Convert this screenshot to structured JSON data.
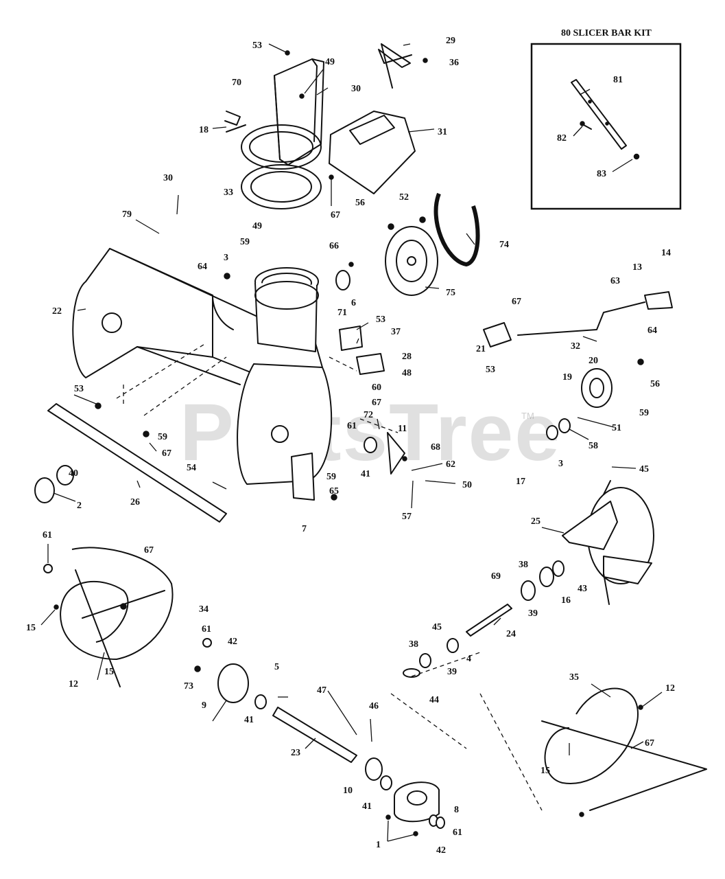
{
  "kit": {
    "title": "80 SLICER BAR KIT"
  },
  "watermark": {
    "text": "PartsTree",
    "tm": "TM"
  },
  "callouts": [
    {
      "id": "c53a",
      "text": "53"
    },
    {
      "id": "c49a",
      "text": "49"
    },
    {
      "id": "c70",
      "text": "70"
    },
    {
      "id": "c30a",
      "text": "30"
    },
    {
      "id": "c29",
      "text": "29"
    },
    {
      "id": "c36",
      "text": "36"
    },
    {
      "id": "c18",
      "text": "18"
    },
    {
      "id": "c31",
      "text": "31"
    },
    {
      "id": "c33",
      "text": "33"
    },
    {
      "id": "c67a",
      "text": "67"
    },
    {
      "id": "c56a",
      "text": "56"
    },
    {
      "id": "c30b",
      "text": "30"
    },
    {
      "id": "c79",
      "text": "79"
    },
    {
      "id": "c49b",
      "text": "49"
    },
    {
      "id": "c59a",
      "text": "59"
    },
    {
      "id": "c3a",
      "text": "3"
    },
    {
      "id": "c52",
      "text": "52"
    },
    {
      "id": "c74",
      "text": "74"
    },
    {
      "id": "c66",
      "text": "66"
    },
    {
      "id": "c64a",
      "text": "64"
    },
    {
      "id": "c6",
      "text": "6"
    },
    {
      "id": "c75",
      "text": "75"
    },
    {
      "id": "c14",
      "text": "14"
    },
    {
      "id": "c13",
      "text": "13"
    },
    {
      "id": "c63",
      "text": "63"
    },
    {
      "id": "c67b",
      "text": "67"
    },
    {
      "id": "c22",
      "text": "22"
    },
    {
      "id": "c71",
      "text": "71"
    },
    {
      "id": "c53b",
      "text": "53"
    },
    {
      "id": "c37",
      "text": "37"
    },
    {
      "id": "c28",
      "text": "28"
    },
    {
      "id": "c48",
      "text": "48"
    },
    {
      "id": "c60",
      "text": "60"
    },
    {
      "id": "c67c",
      "text": "67"
    },
    {
      "id": "c21",
      "text": "21"
    },
    {
      "id": "c32",
      "text": "32"
    },
    {
      "id": "c53c",
      "text": "53"
    },
    {
      "id": "c64b",
      "text": "64"
    },
    {
      "id": "c20",
      "text": "20"
    },
    {
      "id": "c19",
      "text": "19"
    },
    {
      "id": "c56b",
      "text": "56"
    },
    {
      "id": "c59b",
      "text": "59"
    },
    {
      "id": "c53d",
      "text": "53"
    },
    {
      "id": "c72",
      "text": "72"
    },
    {
      "id": "c61a",
      "text": "61"
    },
    {
      "id": "c11",
      "text": "11"
    },
    {
      "id": "c59c",
      "text": "59"
    },
    {
      "id": "c67d",
      "text": "67"
    },
    {
      "id": "c51",
      "text": "51"
    },
    {
      "id": "c58",
      "text": "58"
    },
    {
      "id": "c68",
      "text": "68"
    },
    {
      "id": "c40",
      "text": "40"
    },
    {
      "id": "c54",
      "text": "54"
    },
    {
      "id": "c41a",
      "text": "41"
    },
    {
      "id": "c62",
      "text": "62"
    },
    {
      "id": "c17",
      "text": "17"
    },
    {
      "id": "c3b",
      "text": "3"
    },
    {
      "id": "c59d",
      "text": "59"
    },
    {
      "id": "c50",
      "text": "50"
    },
    {
      "id": "c45a",
      "text": "45"
    },
    {
      "id": "c65",
      "text": "65"
    },
    {
      "id": "c2",
      "text": "2"
    },
    {
      "id": "c26",
      "text": "26"
    },
    {
      "id": "c7",
      "text": "7"
    },
    {
      "id": "c57",
      "text": "57"
    },
    {
      "id": "c25",
      "text": "25"
    },
    {
      "id": "c61b",
      "text": "61"
    },
    {
      "id": "c67e",
      "text": "67"
    },
    {
      "id": "c38a",
      "text": "38"
    },
    {
      "id": "c69",
      "text": "69"
    },
    {
      "id": "c43",
      "text": "43"
    },
    {
      "id": "c16",
      "text": "16"
    },
    {
      "id": "c39a",
      "text": "39"
    },
    {
      "id": "c34",
      "text": "34"
    },
    {
      "id": "c15a",
      "text": "15"
    },
    {
      "id": "c61c",
      "text": "61"
    },
    {
      "id": "c45b",
      "text": "45"
    },
    {
      "id": "c24",
      "text": "24"
    },
    {
      "id": "c42a",
      "text": "42"
    },
    {
      "id": "c5",
      "text": "5"
    },
    {
      "id": "c38b",
      "text": "38"
    },
    {
      "id": "c39b",
      "text": "39"
    },
    {
      "id": "c4",
      "text": "4"
    },
    {
      "id": "c12a",
      "text": "12"
    },
    {
      "id": "c15b",
      "text": "15"
    },
    {
      "id": "c73",
      "text": "73"
    },
    {
      "id": "c9",
      "text": "9"
    },
    {
      "id": "c47",
      "text": "47"
    },
    {
      "id": "c44",
      "text": "44"
    },
    {
      "id": "c35",
      "text": "35"
    },
    {
      "id": "c12b",
      "text": "12"
    },
    {
      "id": "c41b",
      "text": "41"
    },
    {
      "id": "c46",
      "text": "46"
    },
    {
      "id": "c23",
      "text": "23"
    },
    {
      "id": "c67f",
      "text": "67"
    },
    {
      "id": "c15c",
      "text": "15"
    },
    {
      "id": "c10",
      "text": "10"
    },
    {
      "id": "c41c",
      "text": "41"
    },
    {
      "id": "c8",
      "text": "8"
    },
    {
      "id": "c61d",
      "text": "61"
    },
    {
      "id": "c1",
      "text": "1"
    },
    {
      "id": "c42b",
      "text": "42"
    },
    {
      "id": "c81",
      "text": "81"
    },
    {
      "id": "c82",
      "text": "82"
    },
    {
      "id": "c83",
      "text": "83"
    }
  ]
}
